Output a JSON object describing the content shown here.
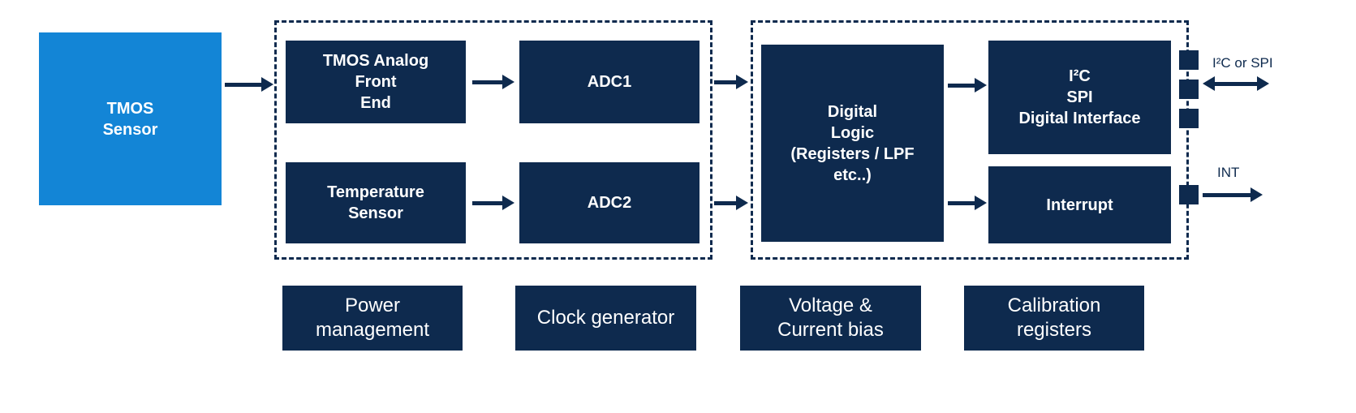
{
  "colors": {
    "navy": "#0e2a4e",
    "blue": "#1385d6"
  },
  "diagram": {
    "tmos_sensor": "TMOS\nSensor",
    "afe": "TMOS Analog\nFront\nEnd",
    "adc1": "ADC1",
    "temp_sensor": "Temperature\nSensor",
    "adc2": "ADC2",
    "digital_logic": "Digital\nLogic\n(Registers / LPF\netc..)",
    "digital_interface": "I²C\nSPI\nDigital Interface",
    "interrupt": "Interrupt",
    "power_management": "Power\nmanagement",
    "clock_generator": "Clock generator",
    "voltage_current_bias": "Voltage &\nCurrent bias",
    "calibration_registers": "Calibration\nregisters",
    "label_i2c_or_spi": "I²C or SPI",
    "label_int": "INT"
  }
}
